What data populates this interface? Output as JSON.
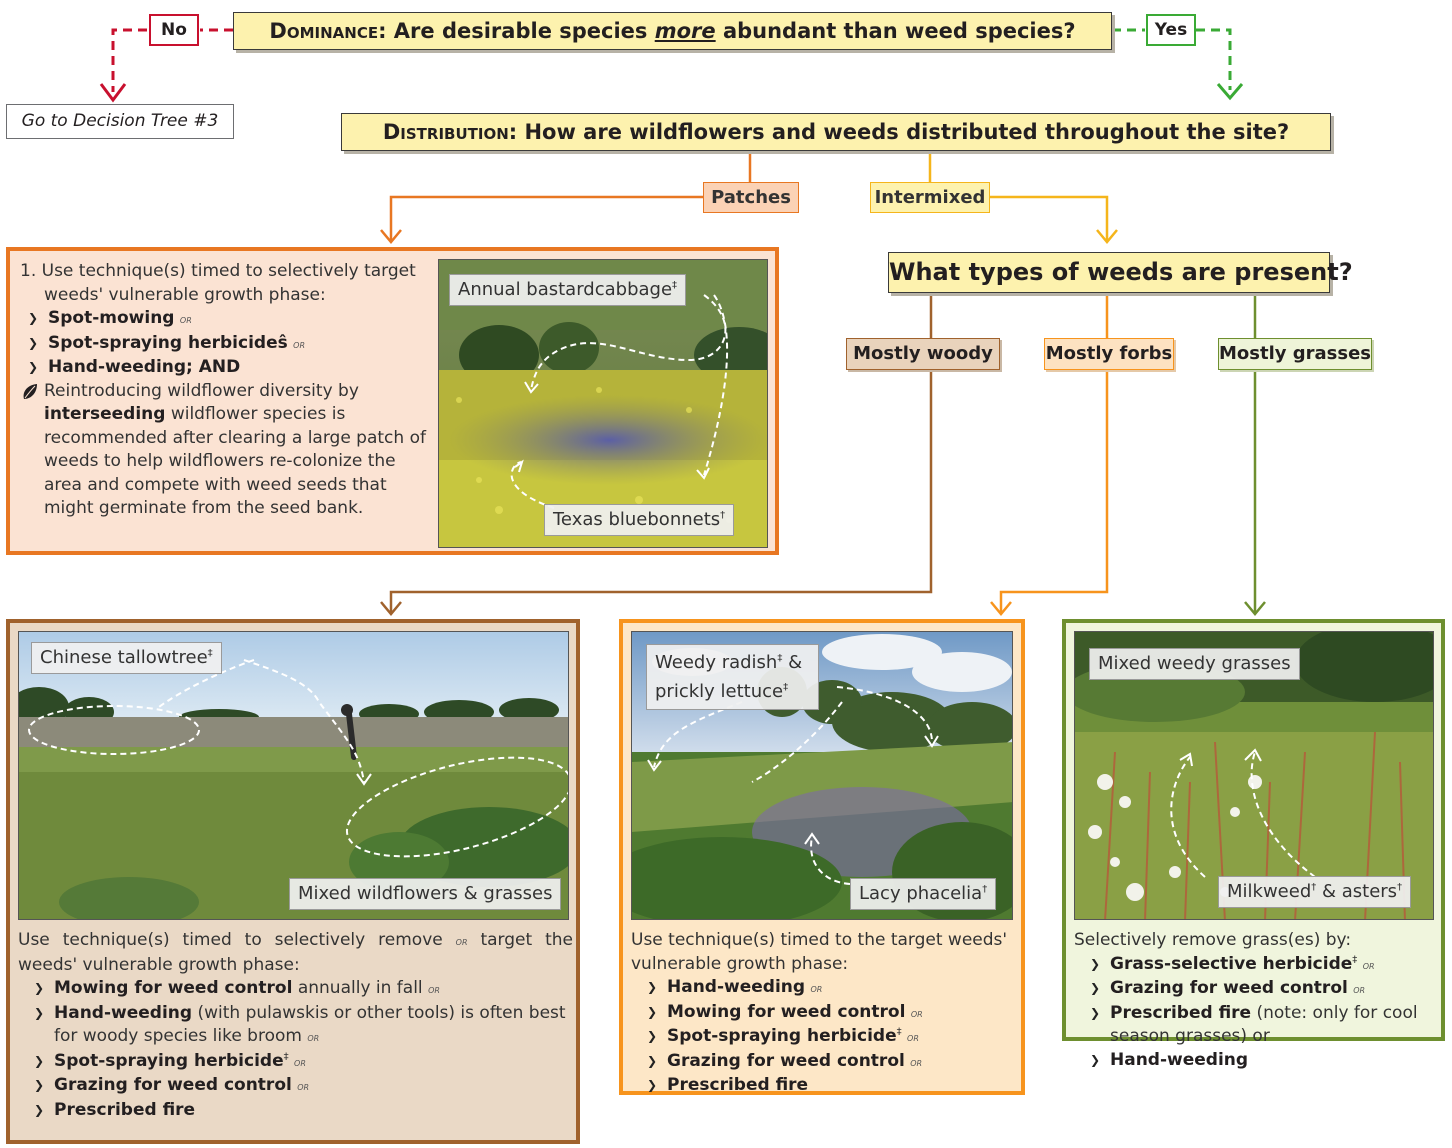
{
  "dominance": {
    "prefix": "Dominance:",
    "text_before": " Are desirable species ",
    "emph": "more",
    "text_after": " abundant than weed species?",
    "no_label": "No",
    "yes_label": "Yes",
    "goto": "Go to Decision Tree #3"
  },
  "distribution": {
    "prefix": "Distribution:",
    "text": " How are wildflowers and weeds distributed throughout the site?",
    "patches": "Patches",
    "intermixed": "Intermixed"
  },
  "weed_types": {
    "question": "What types of weeds are present?",
    "woody": "Mostly woody",
    "forbs": "Mostly forbs",
    "grasses": "Mostly grasses"
  },
  "patches_panel": {
    "item_intro": "1. Use technique(s) timed to selectively target weeds' vulnerable growth phase:",
    "techniques": [
      {
        "name": "Spot-mowing",
        "suffix": "",
        "conj": "or"
      },
      {
        "name": "Spot-spraying herbicide",
        "suffix": "ŝ",
        "conj": "or"
      },
      {
        "name": "Hand-weeding; AND",
        "suffix": "",
        "conj": ""
      }
    ],
    "note_1": "Reintroducing wildflower diversity by",
    "note_bold": "interseeding",
    "note_2": " wildflower species is recommended after clearing a large patch of weeds to help wildflowers re-colonize the area and compete with weed seeds that might germinate from the seed bank.",
    "photo_tag_top": "Annual bastardcabbage",
    "photo_tag_top_sup": "‡",
    "photo_tag_bottom": "Texas bluebonnets",
    "photo_tag_bottom_sup": "†"
  },
  "woody_panel": {
    "photo_tag_top": "Chinese tallowtree",
    "photo_tag_top_sup": "‡",
    "photo_tag_bottom": "Mixed wildflowers & grasses",
    "intro_1": "Use technique(s) timed to selectively remove ",
    "intro_or": "or",
    "intro_2": " target the weeds' vulnerable growth phase:",
    "items": [
      {
        "bold": "Mowing for weed control",
        "rest": " annually in fall ",
        "sup": "",
        "conj": "or"
      },
      {
        "bold": "Hand-weeding",
        "rest": " (with pulawskis or other tools) is often best for woody species like broom ",
        "sup": "",
        "conj": "or"
      },
      {
        "bold": "Spot-spraying herbicide",
        "rest": "",
        "sup": "‡",
        "conj": "or"
      },
      {
        "bold": "Grazing for weed control",
        "rest": " ",
        "sup": "",
        "conj": "or"
      },
      {
        "bold": "Prescribed fire",
        "rest": "",
        "sup": "",
        "conj": ""
      }
    ]
  },
  "forbs_panel": {
    "photo_tag_top_1": "Weedy radish",
    "photo_tag_top_1_sup": "‡",
    "photo_tag_top_amp": " &",
    "photo_tag_top_2": "prickly lettuce",
    "photo_tag_top_2_sup": "‡",
    "photo_tag_bottom": "Lacy phacelia",
    "photo_tag_bottom_sup": "†",
    "intro": "Use technique(s) timed to the target weeds' vulnerable growth phase:",
    "items": [
      {
        "bold": "Hand-weeding",
        "rest": " ",
        "sup": "",
        "conj": "or"
      },
      {
        "bold": "Mowing for weed control",
        "rest": " ",
        "sup": "",
        "conj": "or"
      },
      {
        "bold": "Spot-spraying herbicide",
        "rest": "",
        "sup": "‡",
        "conj": "or"
      },
      {
        "bold": "Grazing for weed control",
        "rest": " ",
        "sup": "",
        "conj": "or"
      },
      {
        "bold": "Prescribed fire",
        "rest": "",
        "sup": "",
        "conj": ""
      }
    ]
  },
  "grasses_panel": {
    "photo_tag_top": "Mixed weedy grasses",
    "photo_tag_bottom_1": "Milkweed",
    "photo_tag_bottom_1_sup": "†",
    "photo_tag_bottom_amp": " & asters",
    "photo_tag_bottom_2_sup": "†",
    "intro": "Selectively remove grass(es) by:",
    "items": [
      {
        "bold": "Grass-selective herbicide",
        "rest": "",
        "sup": "‡",
        "conj": "or"
      },
      {
        "bold": "Grazing for weed control",
        "rest": " ",
        "sup": "",
        "conj": "or"
      },
      {
        "bold": "Prescribed fire",
        "rest": " (note: only for cool season grasses) or",
        "sup": "",
        "conj": ""
      },
      {
        "bold": "Hand-weeding",
        "rest": "",
        "sup": "",
        "conj": ""
      }
    ]
  },
  "colors": {
    "no_red": "#c8102e",
    "yes_green": "#3aaa35",
    "patches_orange": "#e87722",
    "intermixed_yellow": "#f5b51b",
    "woody_brown": "#a0622d",
    "forbs_orange": "#f7941d",
    "grasses_green": "#6e8f2f",
    "question_fill": "#fdf2ae"
  }
}
